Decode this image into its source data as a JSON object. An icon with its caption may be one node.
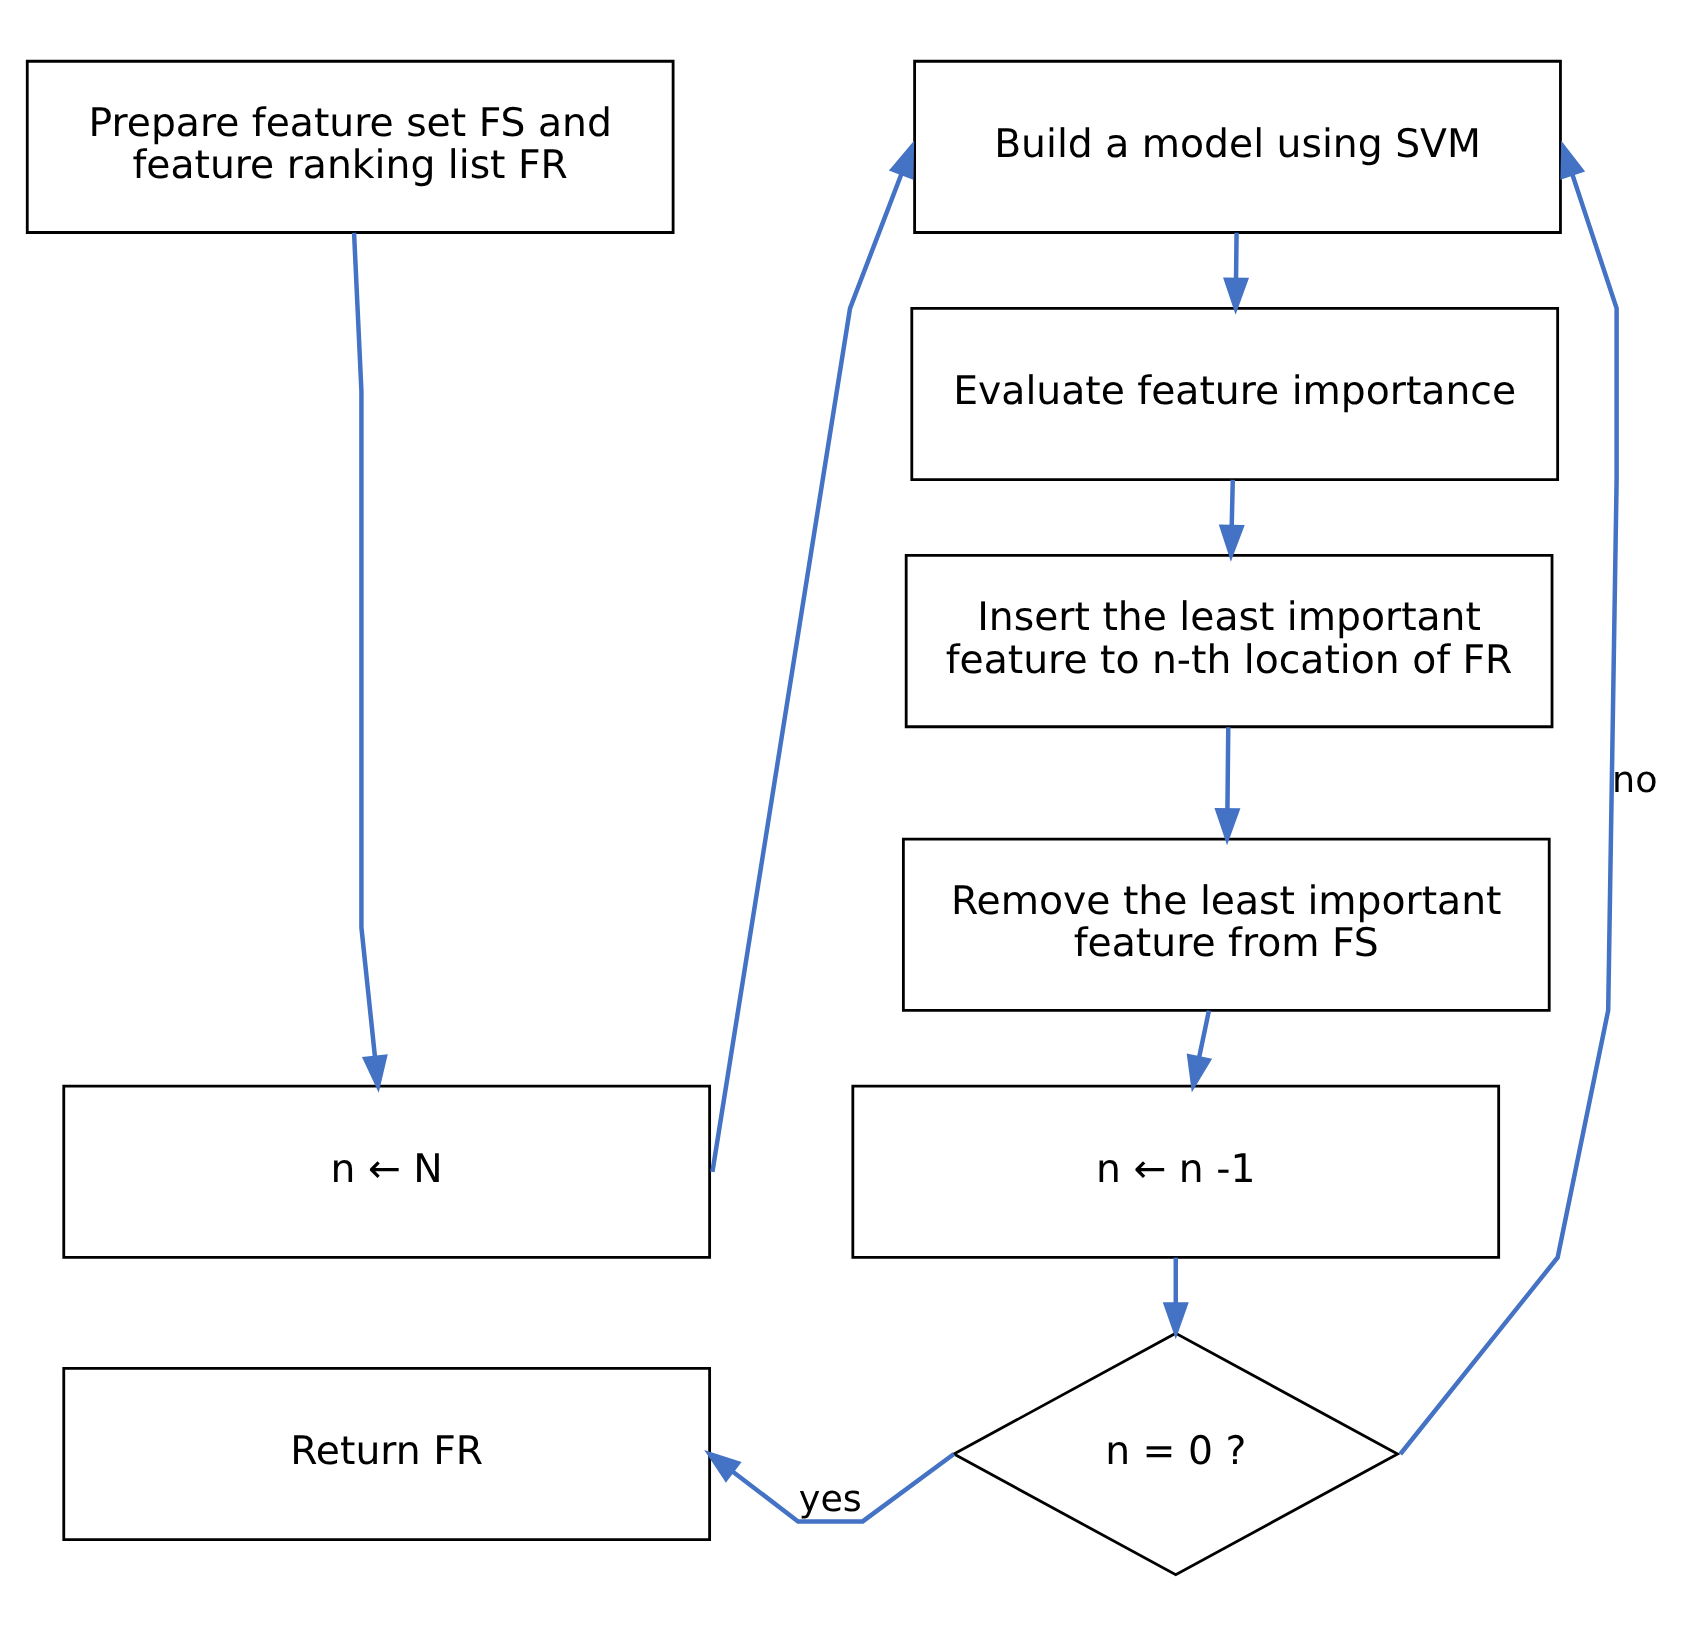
{
  "diagram": {
    "nodes": [
      {
        "text": [
          "Prepare feature set FS and feature ranking list FR"
        ]
      },
      {
        "text": [
          "n ← N"
        ]
      },
      {
        "text": [
          "Build a model using SVM"
        ]
      },
      {
        "text": [
          "Evaluate feature importance"
        ]
      },
      {
        "text": [
          "Insert the least important feature to n-th location of FR"
        ]
      },
      {
        "text": [
          "Remove the least important feature from FS"
        ]
      },
      {
        "text": [
          "n ← n -1"
        ]
      },
      {
        "text": [
          "n = 0 ?"
        ]
      },
      {
        "text": [
          "Return FR"
        ]
      }
    ],
    "edges": [
      {
        "from": 0,
        "to": 1,
        "arrow": "to"
      },
      {
        "from": 1,
        "to": 2,
        "arrow": "to"
      },
      {
        "from": 2,
        "to": 3,
        "arrow": "to"
      },
      {
        "from": 3,
        "to": 4,
        "arrow": "to"
      },
      {
        "from": 4,
        "to": 5,
        "arrow": "to"
      },
      {
        "from": 5,
        "to": 6,
        "arrow": "to"
      },
      {
        "from": 6,
        "to": 7,
        "arrow": "to"
      },
      {
        "from": 7,
        "to": 8,
        "arrow": "to",
        "label": "yes"
      },
      {
        "from": 7,
        "to": 2,
        "arrow": "to",
        "label": "no"
      }
    ]
  }
}
